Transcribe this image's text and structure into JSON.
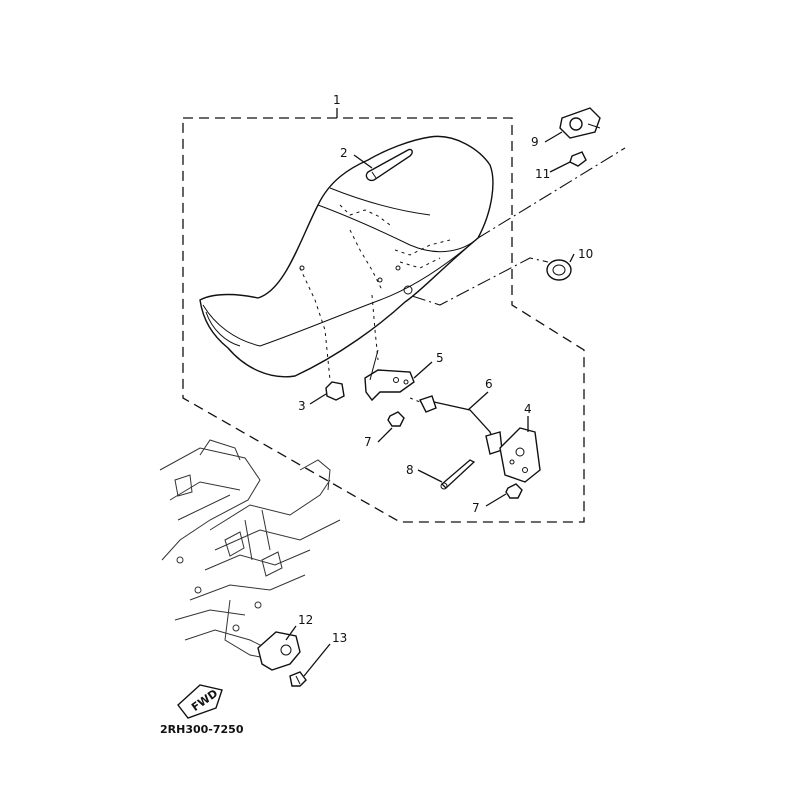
{
  "diagram": {
    "code": "2RH300-7250",
    "fwd_label": "FWD",
    "callouts": [
      {
        "id": "c1",
        "text": "1"
      },
      {
        "id": "c2",
        "text": "2"
      },
      {
        "id": "c3",
        "text": "3"
      },
      {
        "id": "c4",
        "text": "4"
      },
      {
        "id": "c5",
        "text": "5"
      },
      {
        "id": "c6",
        "text": "6"
      },
      {
        "id": "c7a",
        "text": "7"
      },
      {
        "id": "c7b",
        "text": "7"
      },
      {
        "id": "c8",
        "text": "8"
      },
      {
        "id": "c9",
        "text": "9"
      },
      {
        "id": "c10",
        "text": "10"
      },
      {
        "id": "c11",
        "text": "11"
      },
      {
        "id": "c12",
        "text": "12"
      },
      {
        "id": "c13",
        "text": "13"
      }
    ]
  }
}
